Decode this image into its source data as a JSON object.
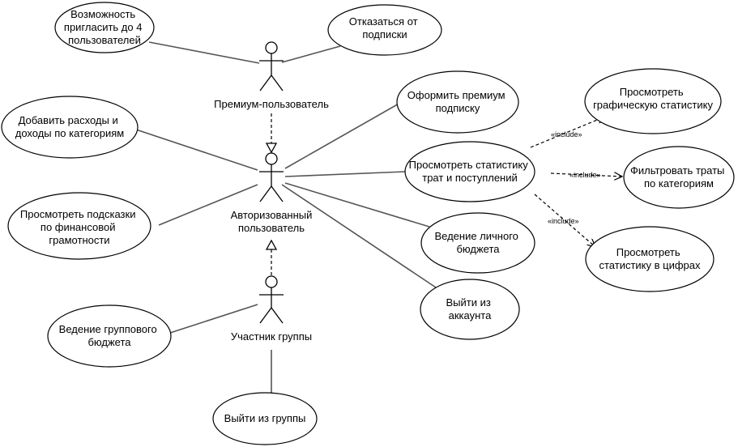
{
  "actors": {
    "premium": {
      "label": "Премиум-пользователь"
    },
    "authorized": {
      "label_line1": "Авторизованный",
      "label_line2": "пользователь"
    },
    "group_member": {
      "label": "Участник группы"
    }
  },
  "use_cases": {
    "invite": [
      "Возможность",
      "пригласить до 4",
      "пользователей"
    ],
    "unsubscribe": [
      "Отказаться от",
      "подписки"
    ],
    "add_expenses": [
      "Добавить расходы и",
      "доходы по категориям"
    ],
    "tips": [
      "Просмотреть подсказки",
      "по финансовой",
      "грамотности"
    ],
    "subscribe": [
      "Оформить премиум",
      "подписку"
    ],
    "view_stats": [
      "Просмотреть статистику",
      "трат и поступлений"
    ],
    "personal_budget": [
      "Ведение личного",
      "бюджета"
    ],
    "logout": [
      "Выйти из",
      "аккаунта"
    ],
    "graph_stats": [
      "Просмотреть",
      "графическую статистику"
    ],
    "filter": [
      "Фильтровать траты",
      "по категориям"
    ],
    "number_stats": [
      "Просмотреть",
      "статистику в цифрах"
    ],
    "group_budget": [
      "Ведение группового",
      "бюджета"
    ],
    "leave_group": [
      "Выйти из группы"
    ]
  },
  "include_label": "«include»"
}
